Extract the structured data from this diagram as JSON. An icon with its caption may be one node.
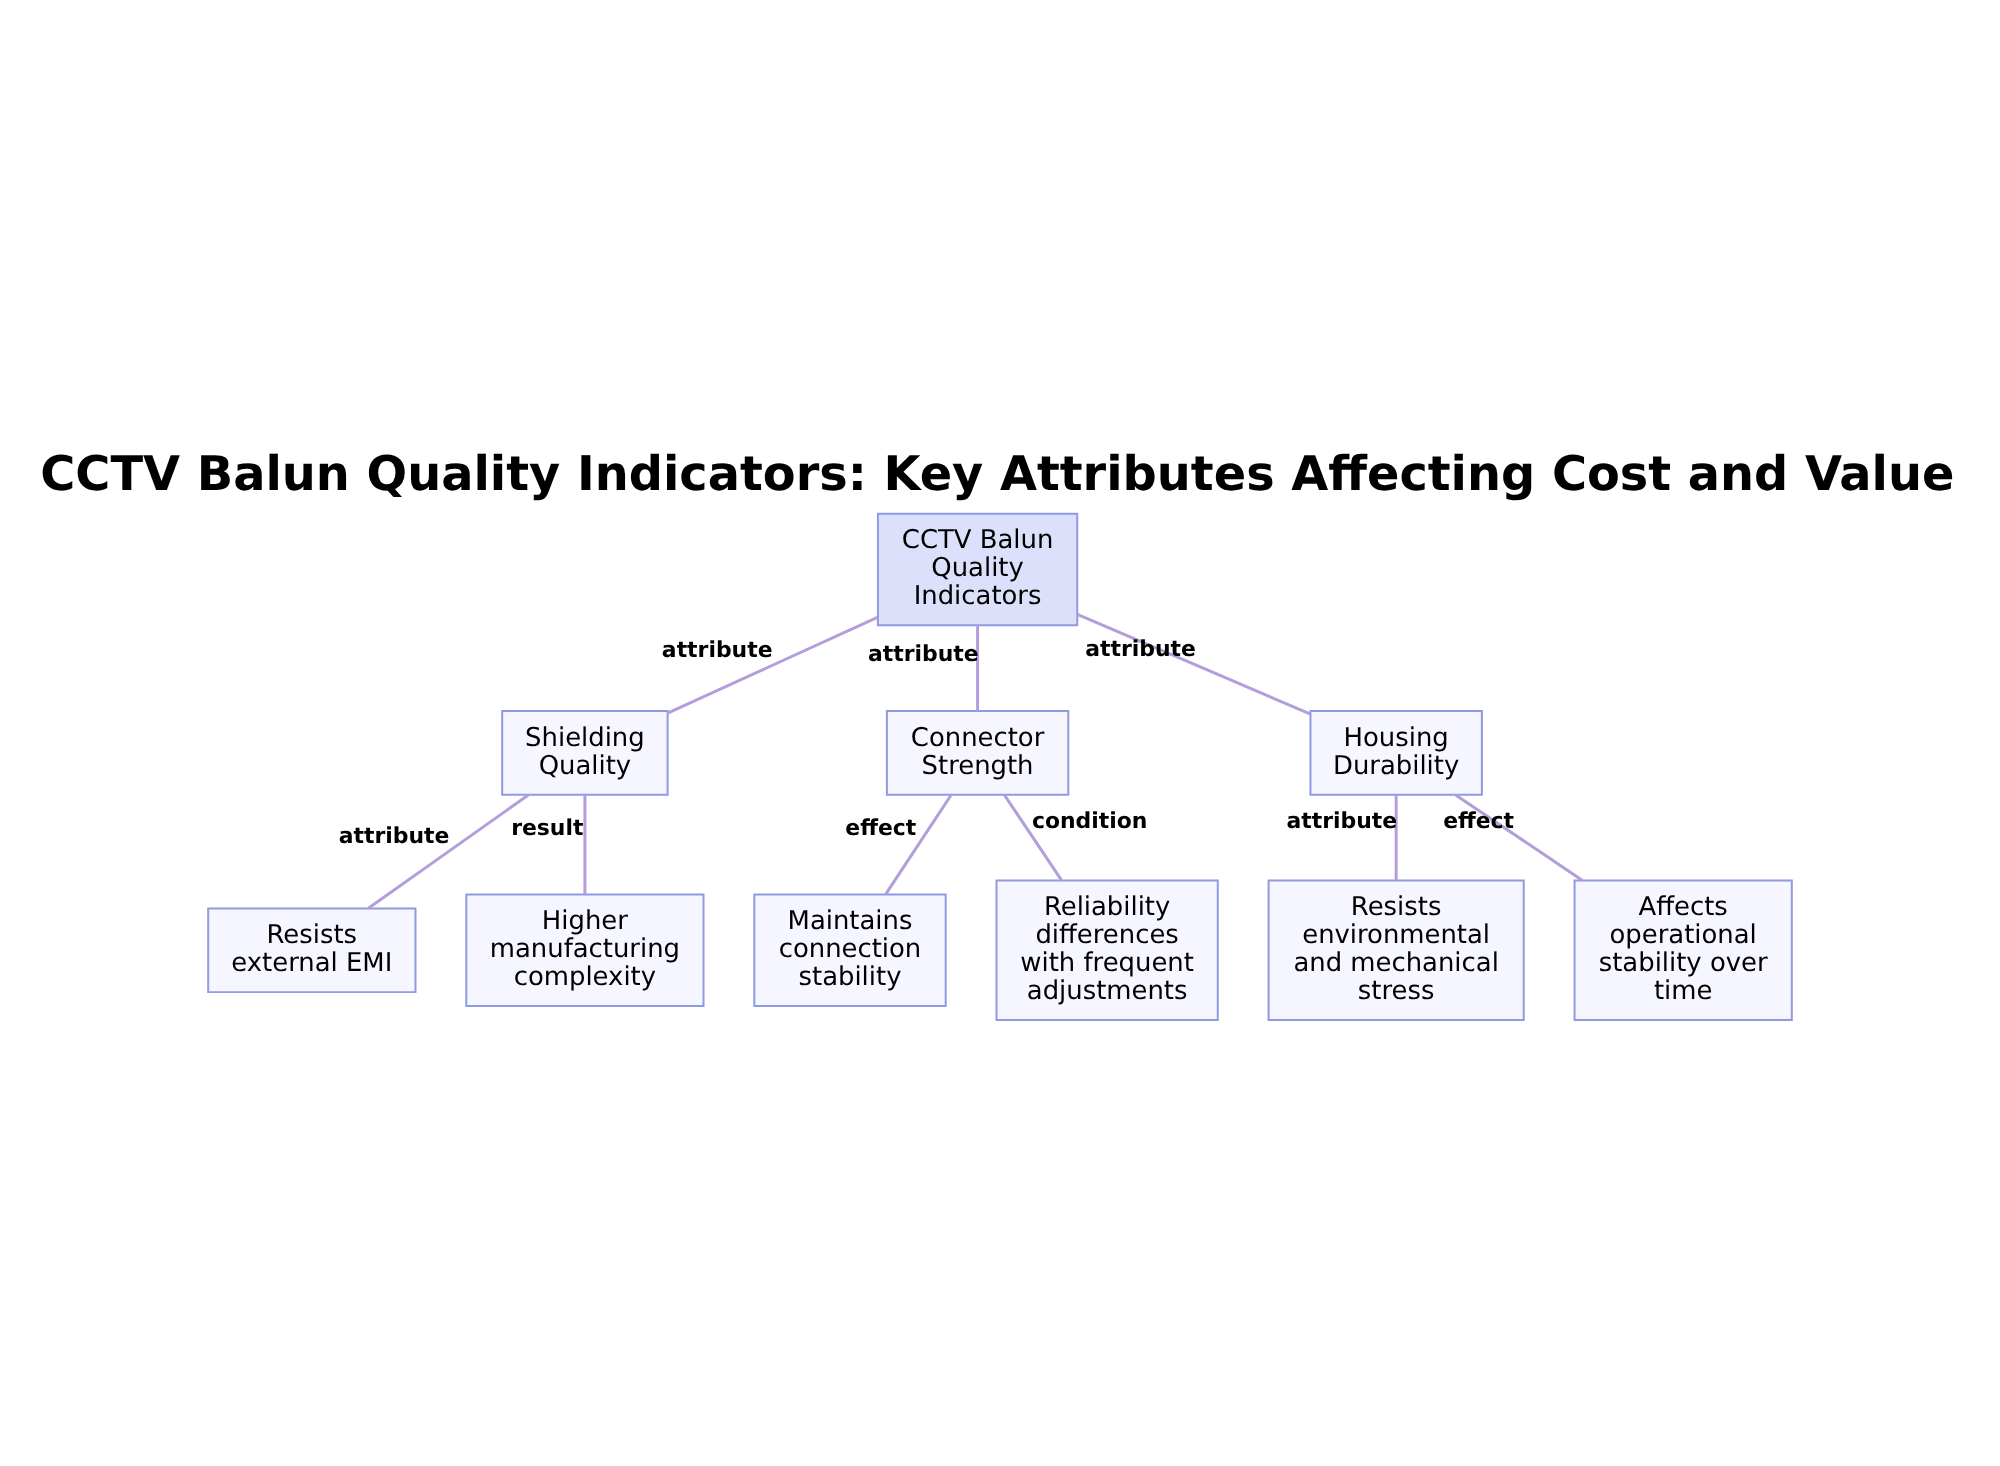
{
  "diagram": {
    "title": "CCTV Balun Quality Indicators: Key Attributes Affecting Cost and Value",
    "nodes": [
      {
        "text": [
          "CCTV Balun Quality Indicators"
        ]
      },
      {
        "text": [
          "Shielding Quality"
        ]
      },
      {
        "text": [
          "Connector Strength"
        ]
      },
      {
        "text": [
          "Housing Durability"
        ]
      },
      {
        "text": [
          "Resists external EMI"
        ]
      },
      {
        "text": [
          "Higher manufacturing complexity"
        ]
      },
      {
        "text": [
          "Maintains connection stability"
        ]
      },
      {
        "text": [
          "Reliability differences with frequent adjustments"
        ]
      },
      {
        "text": [
          "Resists environmental and mechanical stress"
        ]
      },
      {
        "text": [
          "Affects operational stability over time"
        ]
      }
    ],
    "edges": [
      {
        "from": 0,
        "to": 1,
        "arrow": "none",
        "label": "attribute"
      },
      {
        "from": 0,
        "to": 2,
        "arrow": "none",
        "label": "attribute"
      },
      {
        "from": 0,
        "to": 3,
        "arrow": "none",
        "label": "attribute"
      },
      {
        "from": 1,
        "to": 4,
        "arrow": "none",
        "label": "attribute"
      },
      {
        "from": 1,
        "to": 5,
        "arrow": "none",
        "label": "result"
      },
      {
        "from": 2,
        "to": 6,
        "arrow": "none",
        "label": "effect"
      },
      {
        "from": 2,
        "to": 7,
        "arrow": "none",
        "label": "condition"
      },
      {
        "from": 3,
        "to": 8,
        "arrow": "none",
        "label": "attribute"
      },
      {
        "from": 3,
        "to": 9,
        "arrow": "none",
        "label": "effect"
      }
    ]
  }
}
